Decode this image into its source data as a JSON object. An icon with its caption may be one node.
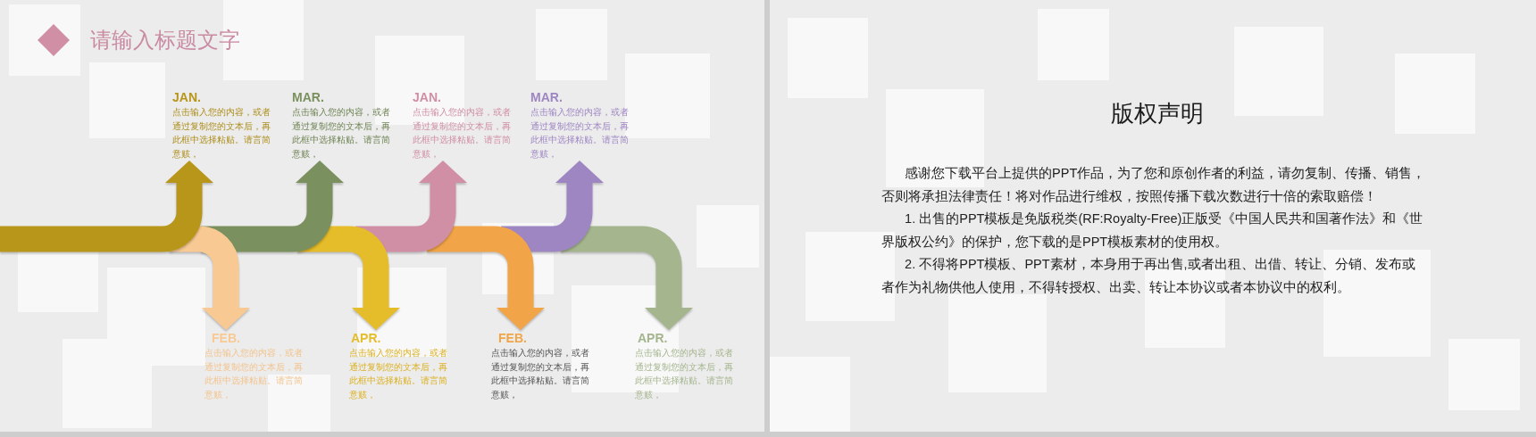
{
  "diagram": {
    "title": "请输入标题文字",
    "nodes": [
      {
        "text": [
          "JAN.",
          "点击输入您的内容，或者通过复制您的文本后，再此框中选择粘贴。请言简意赅，"
        ]
      },
      {
        "text": [
          "FEB.",
          "点击输入您的内容，或者通过复制您的文本后，再此框中选择粘贴。请言简意赅，"
        ]
      },
      {
        "text": [
          "MAR.",
          "点击输入您的内容，或者通过复制您的文本后，再此框中选择粘贴。请言简意赅，"
        ]
      },
      {
        "text": [
          "APR.",
          "点击输入您的内容，或者通过复制您的文本后，再此框中选择粘贴。请言简意赅，"
        ]
      },
      {
        "text": [
          "JAN.",
          "点击输入您的内容，或者通过复制您的文本后，再此框中选择粘贴。请言简意赅，"
        ]
      },
      {
        "text": [
          "FEB.",
          "点击输入您的内容，或者通过复制您的文本后，再此框中选择粘贴。请言简意赅，"
        ]
      },
      {
        "text": [
          "MAR.",
          "点击输入您的内容，或者通过复制您的文本后，再此框中选择粘贴。请言简意赅，"
        ]
      },
      {
        "text": [
          "APR.",
          "点击输入您的内容，或者通过复制您的文本后，再此框中选择粘贴。请言简意赅，"
        ]
      }
    ],
    "edges": [
      {
        "from": null,
        "to": 0,
        "arrow": "to",
        "color": "#b8961a"
      },
      {
        "from": null,
        "to": 1,
        "arrow": "to",
        "color": "#f8c992"
      },
      {
        "from": null,
        "to": 2,
        "arrow": "to",
        "color": "#7b905f"
      },
      {
        "from": null,
        "to": 3,
        "arrow": "to",
        "color": "#e5bc29"
      },
      {
        "from": null,
        "to": 4,
        "arrow": "to",
        "color": "#d08fa4"
      },
      {
        "from": null,
        "to": 5,
        "arrow": "to",
        "color": "#f2a548"
      },
      {
        "from": null,
        "to": 6,
        "arrow": "to",
        "color": "#9e86c3"
      },
      {
        "from": null,
        "to": 7,
        "arrow": "to",
        "color": "#a5b68f"
      }
    ],
    "labels": [
      "版权声明",
      "感谢您下载平台上提供的PPT作品，为了您和原创作者的利益，请勿复制、传播、销售，否则将承担法律责任！将对作品进行维权，按照传播下载次数进行十倍的索取赔偿！",
      "1. 出售的PPT模板是免版税类(RF:Royalty-Free)正版受《中国人民共和国著作法》和《世界版权公约》的保护，您下载的是PPT模板素材的使用权。",
      "2. 不得将PPT模板、PPT素材，本身用于再出售,或者出租、出借、转让、分销、发布或者作为礼物供他人使用，不得转授权、出卖、转让本协议或者本协议中的权利。"
    ]
  }
}
